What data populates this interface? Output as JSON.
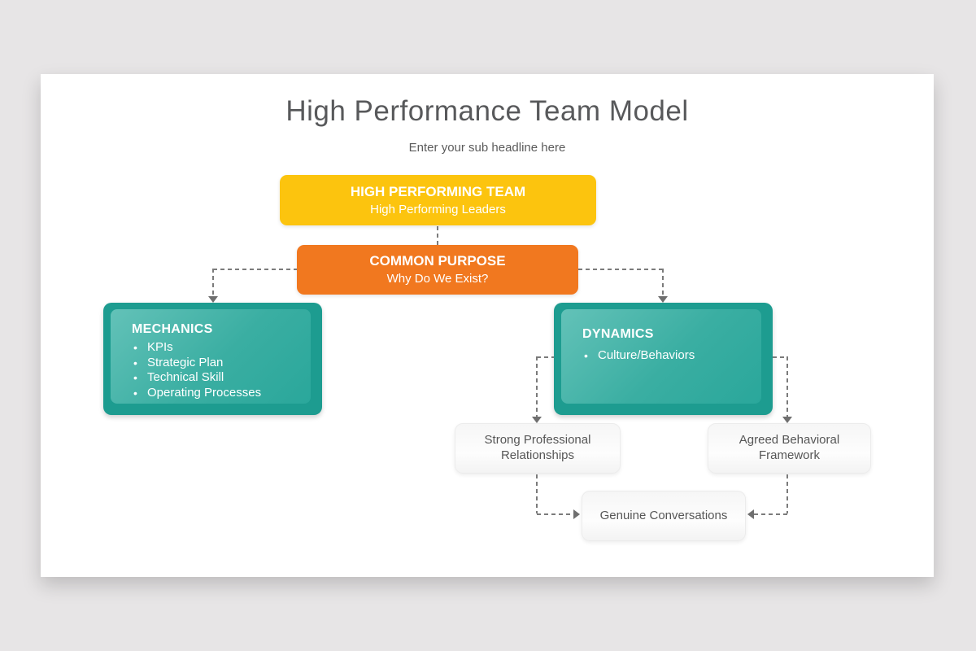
{
  "header": {
    "title": "High Performance Team Model",
    "subtitle": "Enter your sub headline here"
  },
  "boxes": {
    "team": {
      "title": "HIGH PERFORMING TEAM",
      "subtitle": "High Performing Leaders"
    },
    "purpose": {
      "title": "COMMON PURPOSE",
      "subtitle": "Why Do We Exist?"
    },
    "mechanics": {
      "title": "MECHANICS",
      "items": [
        "KPIs",
        "Strategic Plan",
        "Technical Skill",
        "Operating Processes"
      ]
    },
    "dynamics": {
      "title": "DYNAMICS",
      "items": [
        "Culture/Behaviors"
      ]
    },
    "relationships": {
      "label": "Strong Professional Relationships"
    },
    "framework": {
      "label": "Agreed Behavioral Framework"
    },
    "conversations": {
      "label": "Genuine Conversations"
    }
  },
  "colors": {
    "canvas_background": "#e7e5e6",
    "slide_background": "#ffffff",
    "team_box": "#fcc40e",
    "purpose_box": "#f1781f",
    "teal_outer": "#1d9c90",
    "teal_inner_light": "#63c2b8",
    "teal_inner_dark": "#2aa79b",
    "light_box_border": "#ececec",
    "connector": "#7b7b7b",
    "title_text": "#58595b"
  }
}
